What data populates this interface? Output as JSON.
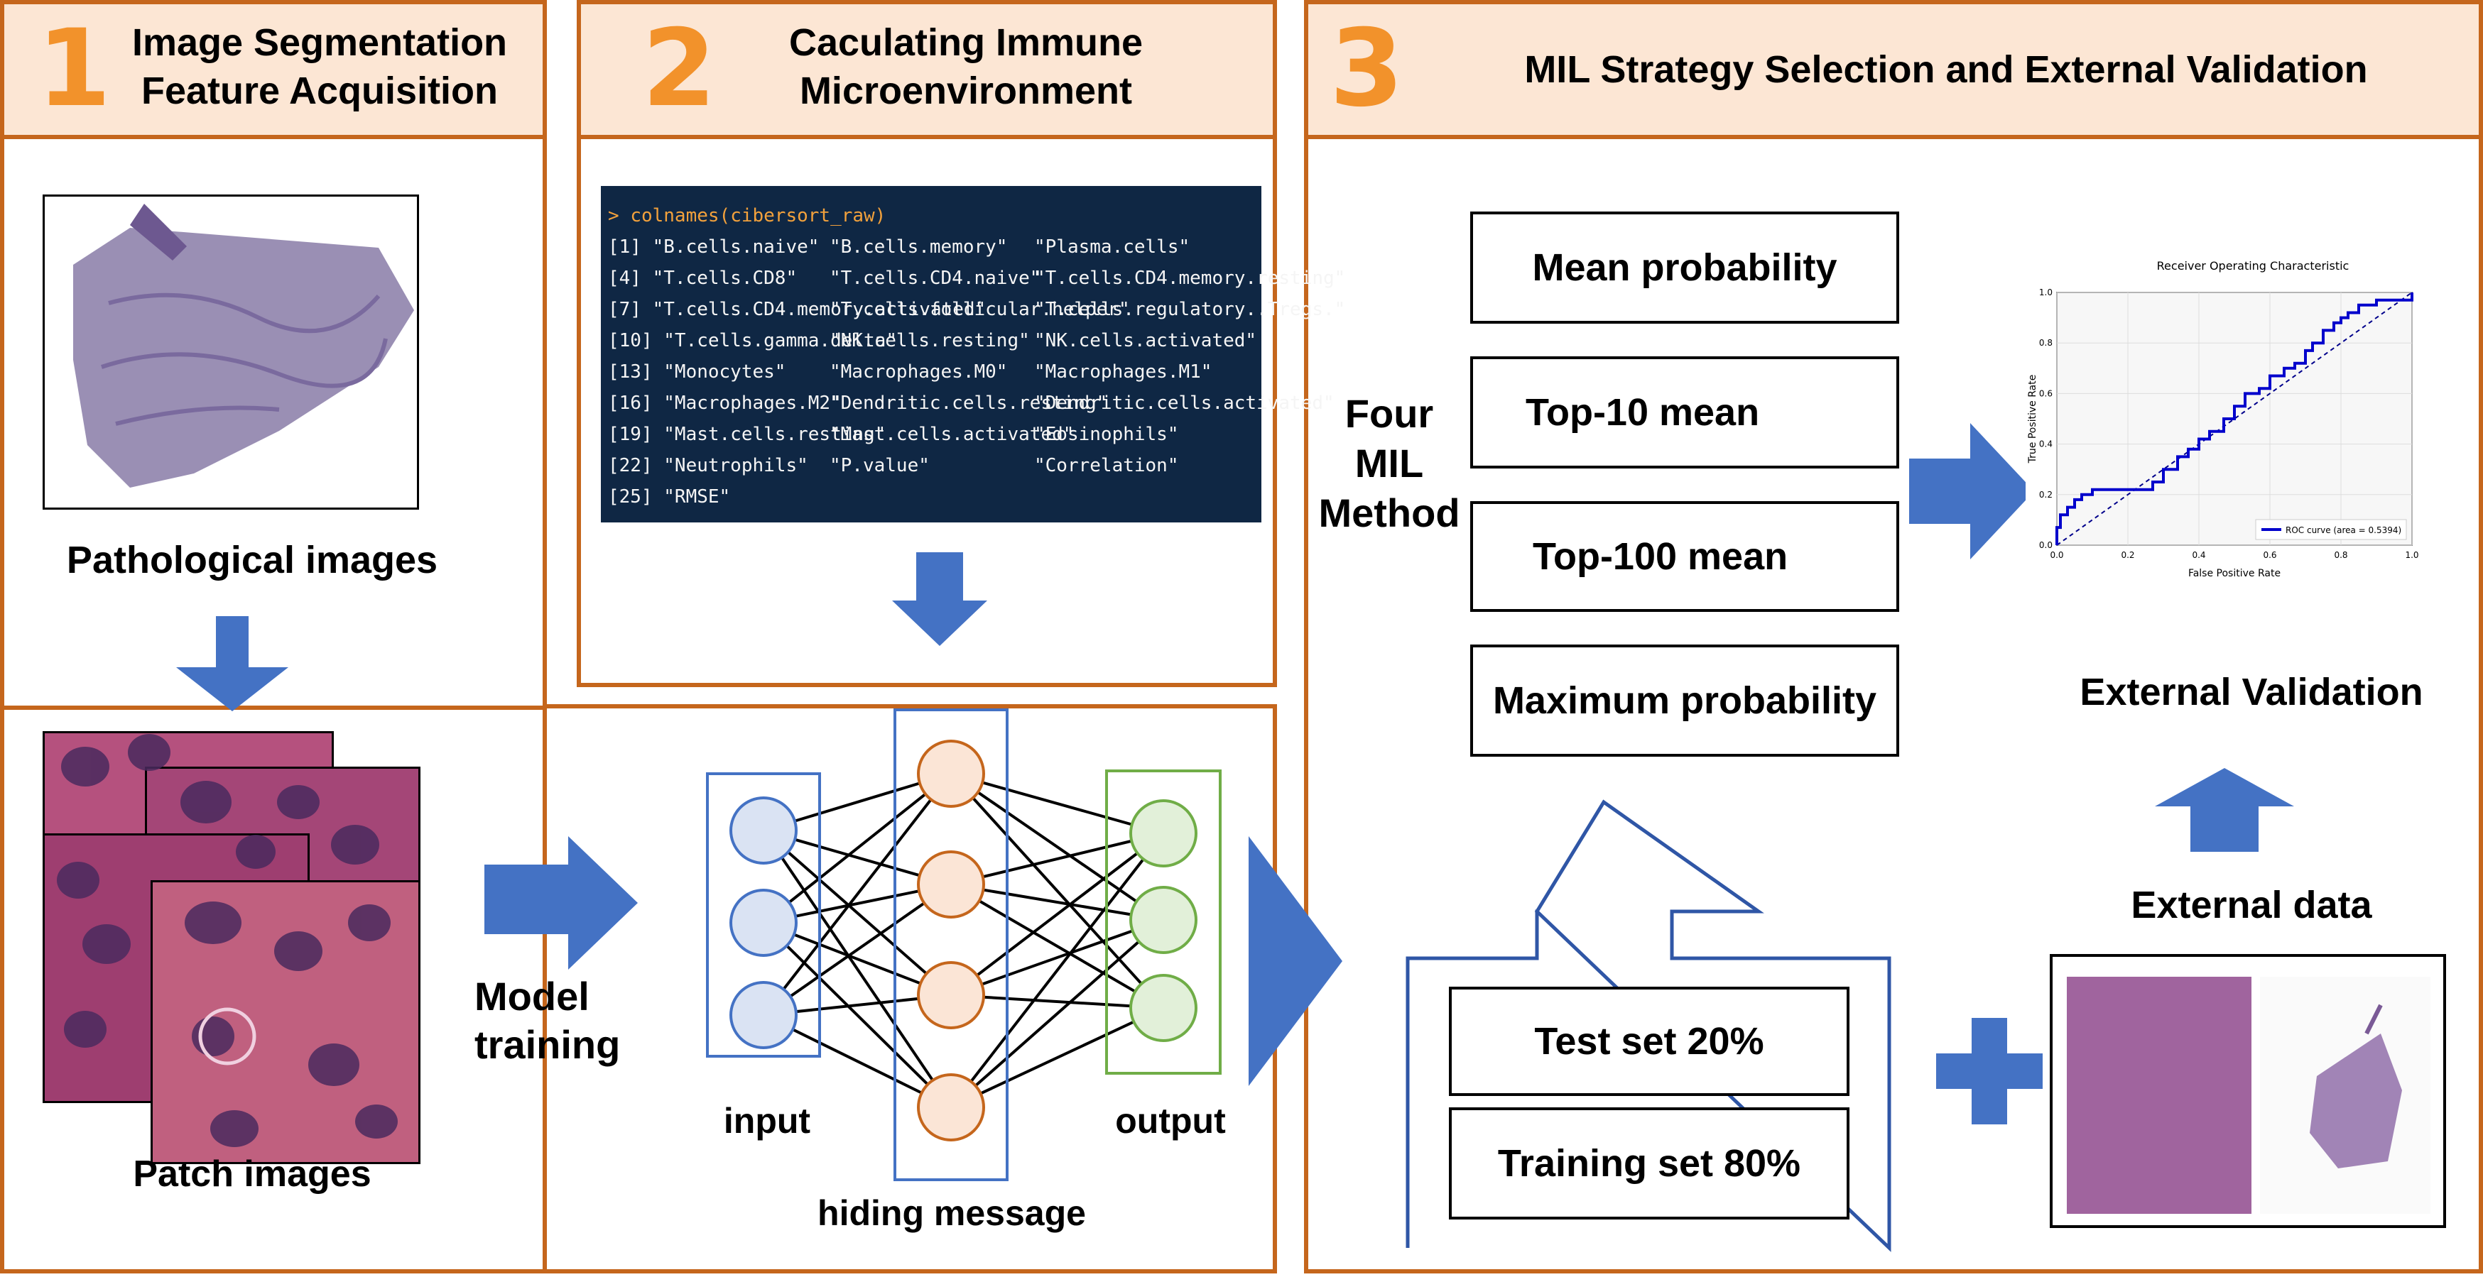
{
  "panels": [
    {
      "number": "1",
      "title_line1": "Image Segmentation",
      "title_line2": "Feature Acquisition"
    },
    {
      "number": "2",
      "title_line1": "Caculating Immune",
      "title_line2": "Microenvironment"
    },
    {
      "number": "3",
      "title_line1": "MIL Strategy Selection and External Validation",
      "title_line2": ""
    }
  ],
  "panel1": {
    "pathological_label": "Pathological images",
    "patch_label": "Patch images",
    "model_training_line1": "Model",
    "model_training_line2": "training"
  },
  "network": {
    "input_label": "input",
    "hidden_label": "hiding message",
    "output_label": "output"
  },
  "terminal": {
    "command": "colnames(cibersort_raw)",
    "rows": [
      [
        "[1] \"B.cells.naive\"",
        "\"B.cells.memory\"",
        "\"Plasma.cells\""
      ],
      [
        "[4] \"T.cells.CD8\"",
        "\"T.cells.CD4.naive\"",
        "\"T.cells.CD4.memory.resting\""
      ],
      [
        "[7] \"T.cells.CD4.memory.activated\"",
        "\"T.cells.follicular.helper\"",
        "\"T.cells.regulatory..Tregs.\""
      ],
      [
        "[10] \"T.cells.gamma.delta\"",
        "\"NK.cells.resting\"",
        "\"NK.cells.activated\""
      ],
      [
        "[13] \"Monocytes\"",
        "\"Macrophages.M0\"",
        "\"Macrophages.M1\""
      ],
      [
        "[16] \"Macrophages.M2\"",
        "\"Dendritic.cells.resting\"",
        "\"Dendritic.cells.activated\""
      ],
      [
        "[19] \"Mast.cells.resting\"",
        "\"Mast.cells.activated\"",
        "\"Eosinophils\""
      ],
      [
        "[22] \"Neutrophils\"",
        "\"P.value\"",
        "\"Correlation\""
      ],
      [
        "[25] \"RMSE\"",
        "",
        ""
      ]
    ]
  },
  "mil": {
    "method_label_line1": "Four",
    "method_label_line2": "MIL",
    "method_label_line3": "Method",
    "methods": [
      "Mean probability",
      "Top-10 mean",
      "Top-100 mean",
      "Maximum probability"
    ],
    "test_set": "Test set  20%",
    "training_set": "Training set  80%"
  },
  "validation": {
    "external_validation_label": "External Validation",
    "external_data_label": "External data"
  },
  "chart_data": {
    "type": "line",
    "title": "Receiver Operating Characteristic",
    "xlabel": "False Positive Rate",
    "ylabel": "True Positive Rate",
    "xlim": [
      0,
      1
    ],
    "ylim": [
      0,
      1
    ],
    "x_ticks": [
      "0.0",
      "0.2",
      "0.4",
      "0.6",
      "0.8",
      "1.0"
    ],
    "y_ticks": [
      "0.0",
      "0.2",
      "0.4",
      "0.6",
      "0.8",
      "1.0"
    ],
    "grid": true,
    "legend_position": "lower-right",
    "series": [
      {
        "name": "ROC curve (area = 0.5394)",
        "x": [
          0.0,
          0.0,
          0.01,
          0.01,
          0.03,
          0.03,
          0.05,
          0.05,
          0.07,
          0.07,
          0.1,
          0.1,
          0.15,
          0.15,
          0.2,
          0.2,
          0.27,
          0.27,
          0.3,
          0.3,
          0.34,
          0.34,
          0.37,
          0.37,
          0.4,
          0.4,
          0.43,
          0.43,
          0.47,
          0.47,
          0.5,
          0.5,
          0.53,
          0.53,
          0.57,
          0.57,
          0.6,
          0.6,
          0.64,
          0.64,
          0.67,
          0.67,
          0.7,
          0.7,
          0.72,
          0.72,
          0.75,
          0.75,
          0.78,
          0.78,
          0.8,
          0.8,
          0.82,
          0.82,
          0.85,
          0.85,
          0.9,
          0.9,
          0.95,
          0.95,
          1.0,
          1.0
        ],
        "y": [
          0.0,
          0.07,
          0.07,
          0.12,
          0.12,
          0.15,
          0.15,
          0.18,
          0.18,
          0.2,
          0.2,
          0.22,
          0.22,
          0.22,
          0.22,
          0.22,
          0.22,
          0.25,
          0.25,
          0.3,
          0.3,
          0.35,
          0.35,
          0.38,
          0.38,
          0.42,
          0.42,
          0.45,
          0.45,
          0.5,
          0.5,
          0.55,
          0.55,
          0.6,
          0.6,
          0.62,
          0.62,
          0.67,
          0.67,
          0.7,
          0.7,
          0.72,
          0.72,
          0.77,
          0.77,
          0.8,
          0.8,
          0.85,
          0.85,
          0.88,
          0.88,
          0.9,
          0.9,
          0.92,
          0.92,
          0.95,
          0.95,
          0.97,
          0.97,
          0.97,
          0.97,
          1.0
        ]
      }
    ]
  }
}
